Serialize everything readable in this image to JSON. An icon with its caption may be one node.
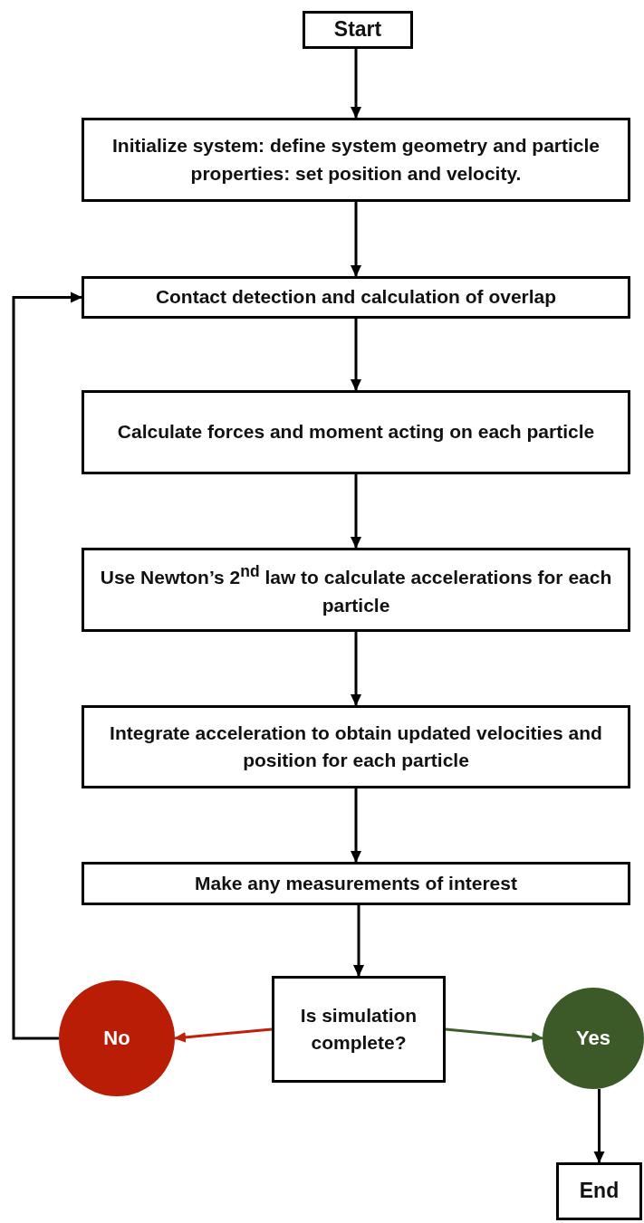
{
  "diagram": {
    "nodes": [
      {
        "text": [
          "Start"
        ]
      },
      {
        "text": [
          "Initialize system: define system geometry and particle properties: set position and velocity."
        ]
      },
      {
        "text": [
          "Contact detection and calculation of overlap"
        ]
      },
      {
        "text": [
          "Calculate forces and moment acting on each particle"
        ]
      },
      {
        "text": [
          "Use Newton’s 2$^{nd}$ law to calculate accelerations for each particle"
        ]
      },
      {
        "text": [
          "Integrate acceleration to obtain updated velocities and position for each particle"
        ]
      },
      {
        "text": [
          "Make any measurements of interest"
        ]
      },
      {
        "text": [
          "Is simulation complete?"
        ]
      },
      {
        "text": [
          "No"
        ]
      },
      {
        "text": [
          "Yes"
        ]
      },
      {
        "text": [
          "End"
        ]
      }
    ],
    "edges": [
      {
        "from": 0,
        "to": 1,
        "arrow": "to"
      },
      {
        "from": 1,
        "to": 2,
        "arrow": "to"
      },
      {
        "from": 2,
        "to": 3,
        "arrow": "to"
      },
      {
        "from": 3,
        "to": 4,
        "arrow": "to"
      },
      {
        "from": 4,
        "to": 5,
        "arrow": "to"
      },
      {
        "from": 5,
        "to": 6,
        "arrow": "to"
      },
      {
        "from": 6,
        "to": 7,
        "arrow": "to"
      },
      {
        "from": 7,
        "to": 8,
        "arrow": "to",
        "color": "#c0200a"
      },
      {
        "from": 7,
        "to": 9,
        "arrow": "to",
        "color": "#3b5e2b"
      },
      {
        "from": 8,
        "to": 2,
        "arrow": "to"
      },
      {
        "from": 9,
        "to": 10,
        "arrow": "to"
      }
    ]
  }
}
